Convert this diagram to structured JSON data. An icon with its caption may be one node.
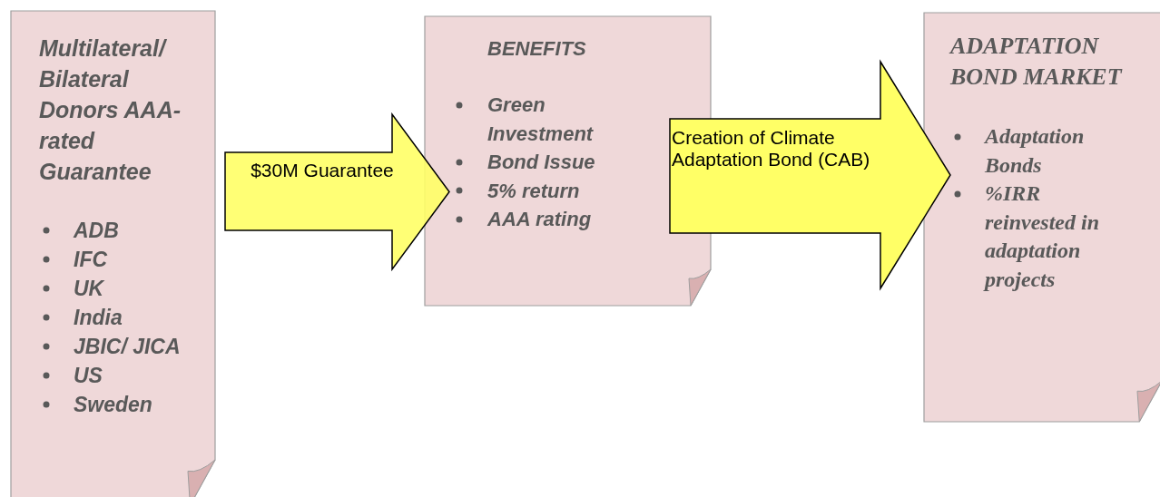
{
  "diagram": {
    "nodes": [
      {
        "text": [
          "Multilateral/ Bilateral Donors AAA-rated Guarantee",
          "ADB",
          "IFC",
          "UK",
          "India",
          "JBIC/ JICA",
          "US",
          "Sweden"
        ]
      },
      {
        "text": [
          "BENEFITS",
          "Green Investment",
          "Bond Issue",
          "5% return",
          "AAA rating"
        ]
      },
      {
        "text": [
          "ADAPTATION BOND MARKET",
          "Adaptation Bonds",
          "%IRR reinvested in adaptation projects"
        ]
      }
    ],
    "edges": [
      {
        "from": 0,
        "to": 1,
        "arrow": "to",
        "label": "$30M Guarantee"
      },
      {
        "from": 1,
        "to": 2,
        "arrow": "to",
        "label": "Creation of Climate Adaptation Bond (CAB)"
      }
    ]
  }
}
